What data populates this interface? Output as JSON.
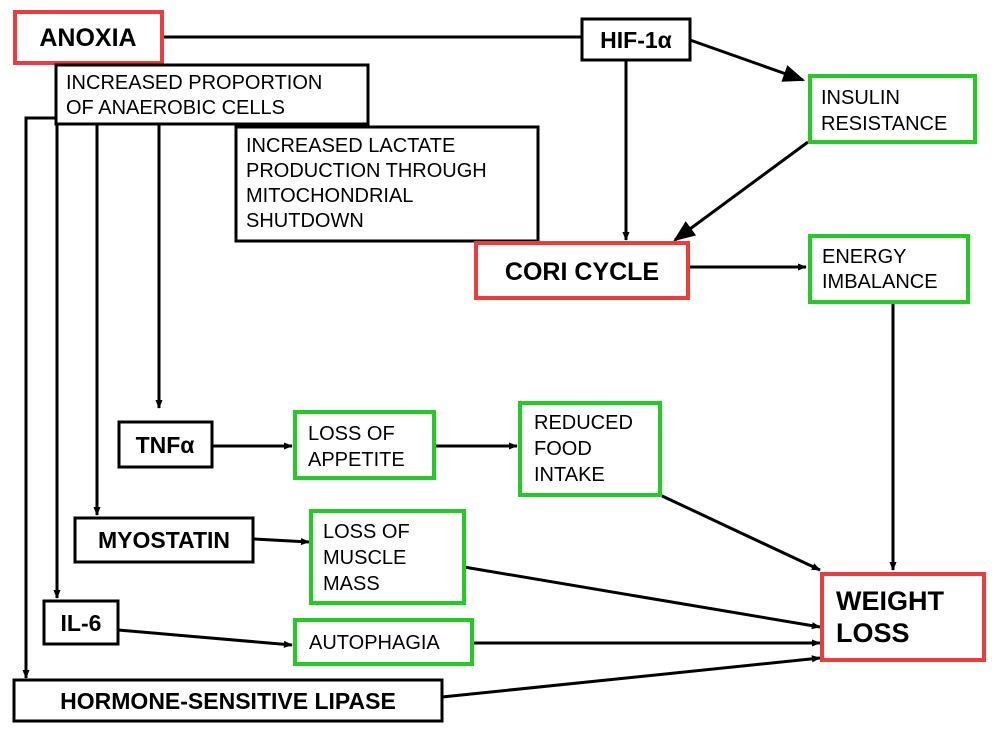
{
  "colors": {
    "red_box": "#ee3b3b",
    "green_box": "#22cc22",
    "black_box": "#000000",
    "arrow": "#000000"
  },
  "nodes": {
    "anoxia": {
      "lines": [
        "ANOXIA"
      ],
      "style": "red"
    },
    "hif1a": {
      "lines": [
        "HIF-1α"
      ],
      "style": "black"
    },
    "anaerobic_cells": {
      "lines": [
        "INCREASED PROPORTION",
        "OF ANAEROBIC CELLS"
      ],
      "style": "black"
    },
    "lactate": {
      "lines": [
        "INCREASED LACTATE",
        "PRODUCTION THROUGH",
        "MITOCHONDRIAL",
        "SHUTDOWN"
      ],
      "style": "black"
    },
    "insulin_resistance": {
      "lines": [
        "INSULIN",
        "RESISTANCE"
      ],
      "style": "green"
    },
    "cori_cycle": {
      "lines": [
        "CORI CYCLE"
      ],
      "style": "red"
    },
    "energy_imbalance": {
      "lines": [
        "ENERGY",
        "IMBALANCE"
      ],
      "style": "green"
    },
    "tnfa": {
      "lines": [
        "TNFα"
      ],
      "style": "black"
    },
    "loss_of_appetite": {
      "lines": [
        "LOSS OF",
        "APPETITE"
      ],
      "style": "green"
    },
    "reduced_food_intake": {
      "lines": [
        "REDUCED",
        "FOOD",
        "INTAKE"
      ],
      "style": "green"
    },
    "myostatin": {
      "lines": [
        "MYOSTATIN"
      ],
      "style": "black"
    },
    "loss_of_muscle_mass": {
      "lines": [
        "LOSS OF",
        "MUSCLE",
        "MASS"
      ],
      "style": "green"
    },
    "weight_loss": {
      "lines": [
        "WEIGHT",
        "LOSS"
      ],
      "style": "red"
    },
    "il6": {
      "lines": [
        "IL-6"
      ],
      "style": "black"
    },
    "autophagia": {
      "lines": [
        "AUTOPHAGIA"
      ],
      "style": "green"
    },
    "hsl": {
      "lines": [
        "HORMONE-SENSITIVE LIPASE"
      ],
      "style": "black"
    }
  }
}
